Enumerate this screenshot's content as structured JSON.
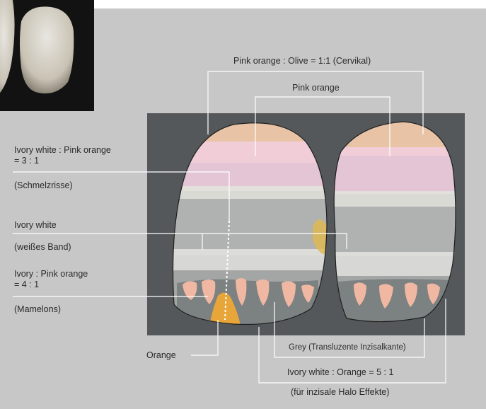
{
  "labels": {
    "pink_orange_olive": "Pink orange : Olive = 1:1 (Cervikal)",
    "pink_orange": "Pink orange",
    "ivory_white_pink_orange_1": "Ivory white : Pink orange",
    "ivory_white_pink_orange_2": "= 3 : 1",
    "schmelzrisse": "(Schmelzrisse)",
    "ivory_white": "Ivory white",
    "weisses_band": "(weißes Band)",
    "ivory_pink_orange_1": "Ivory : Pink orange",
    "ivory_pink_orange_2": "= 4 : 1",
    "mamelons": "(Mamelons)",
    "orange": "Orange",
    "grey": "Grey (Transluzente Inzisalkante)",
    "ivory_white_orange": "Ivory white : Orange = 5 : 1",
    "halo": "(für inzisale Halo Effekte)"
  },
  "colors": {
    "background": "#c7c7c7",
    "leader_line": "#ffffff",
    "pink_orange": "#f0c8a8",
    "pink": "#f2cfe0",
    "orange": "#e8a63a",
    "grey": "#6f7475",
    "ivory": "#ececea"
  }
}
